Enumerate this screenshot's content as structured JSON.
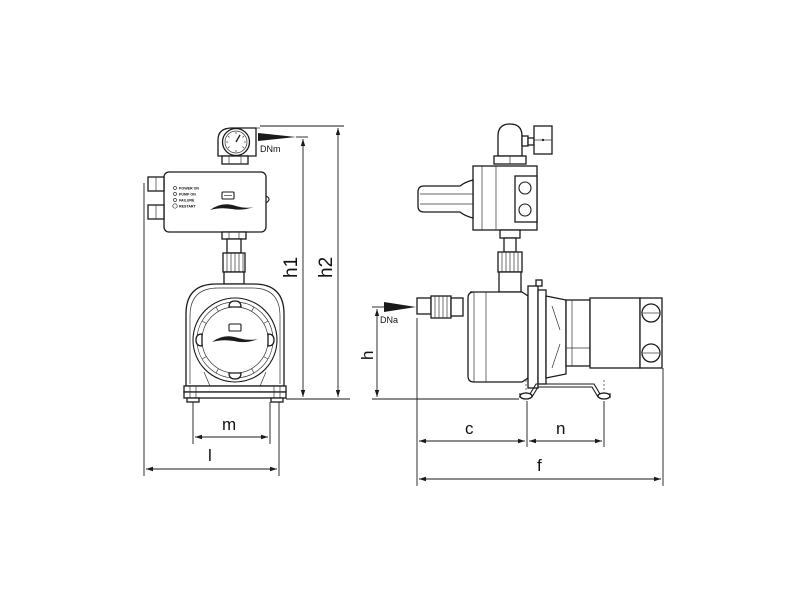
{
  "diagram": {
    "type": "technical-dimension-drawing",
    "subject": "booster pump with pressure controller",
    "views": [
      "front-view",
      "side-view"
    ]
  },
  "front_view": {
    "controller_leds": [
      "POWER ON",
      "PUMP ON",
      "FAILURE",
      "RESTART"
    ],
    "outlet_label": "DNm",
    "dimensions": {
      "h1": "h1",
      "h2": "h2",
      "m": "m",
      "l": "l"
    }
  },
  "side_view": {
    "inlet_label": "DNa",
    "dimensions": {
      "h": "h",
      "c": "c",
      "n": "n",
      "f": "f"
    }
  },
  "colors": {
    "line": "#1a1a1a",
    "background": "#ffffff"
  }
}
